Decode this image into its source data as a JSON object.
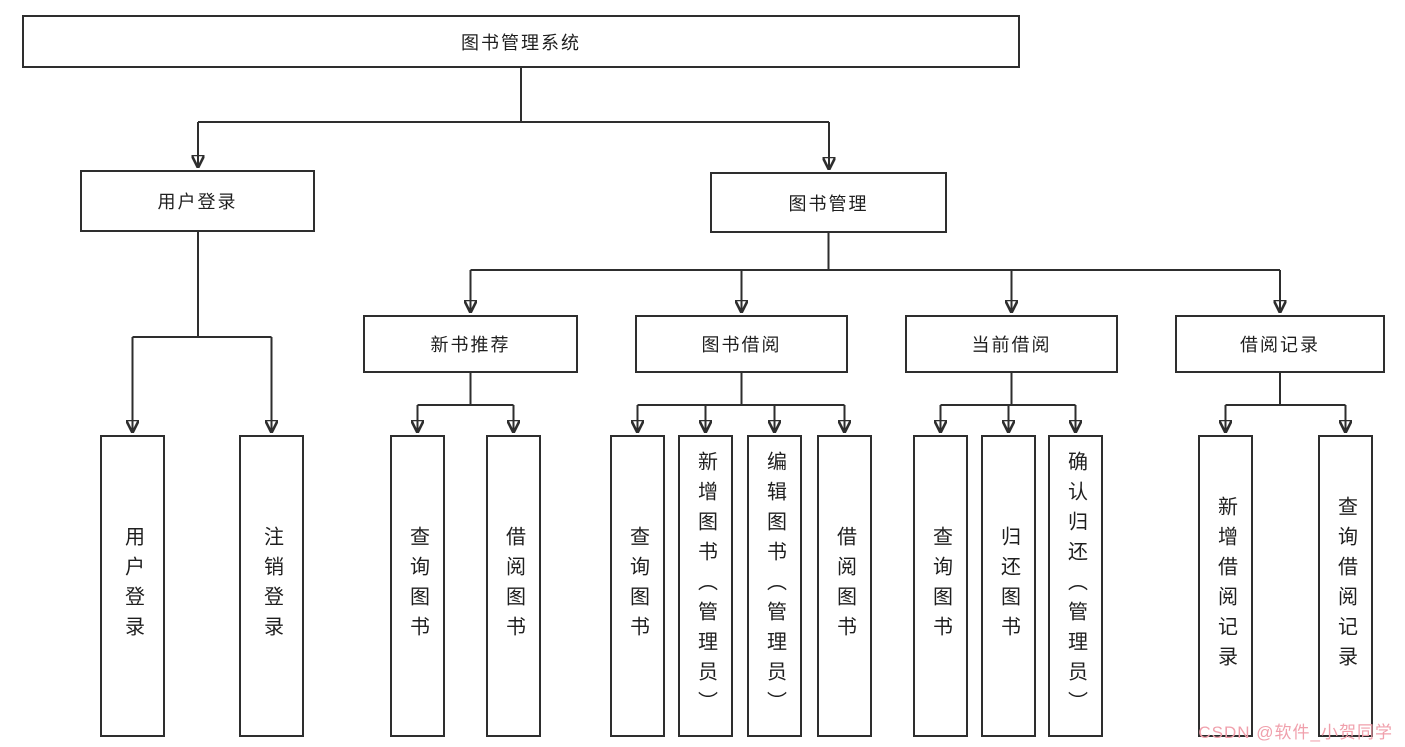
{
  "diagram": {
    "root": {
      "label": "图书管理系统"
    },
    "level2": [
      {
        "id": "user-login",
        "label": "用户登录"
      },
      {
        "id": "book-management",
        "label": "图书管理"
      }
    ],
    "level3": [
      {
        "id": "new-book-recommendation",
        "label": "新书推荐"
      },
      {
        "id": "book-borrowing",
        "label": "图书借阅"
      },
      {
        "id": "current-borrowing",
        "label": "当前借阅"
      },
      {
        "id": "borrowing-records",
        "label": "借阅记录"
      }
    ],
    "leaves": [
      {
        "id": "user-login-leaf",
        "label": "用户登录"
      },
      {
        "id": "logout",
        "label": "注销登录"
      },
      {
        "id": "query-books-recommend",
        "label": "查询图书"
      },
      {
        "id": "borrow-books-recommend",
        "label": "借阅图书"
      },
      {
        "id": "query-books-borrow",
        "label": "查询图书"
      },
      {
        "id": "add-books-admin",
        "label": "新增图书（管理员）"
      },
      {
        "id": "edit-books-admin",
        "label": "编辑图书（管理员）"
      },
      {
        "id": "borrow-books-borrow",
        "label": "借阅图书"
      },
      {
        "id": "query-books-current",
        "label": "查询图书"
      },
      {
        "id": "return-books",
        "label": "归还图书"
      },
      {
        "id": "confirm-return-admin",
        "label": "确认归还（管理员）"
      },
      {
        "id": "add-borrow-record",
        "label": "新增借阅记录"
      },
      {
        "id": "query-borrow-record",
        "label": "查询借阅记录"
      }
    ],
    "watermark": "CSDN @软件_小贺同学",
    "colors": {
      "line": "#2e2e2e",
      "border": "#2e2e2e",
      "watermark": "#f0a0ac"
    }
  }
}
